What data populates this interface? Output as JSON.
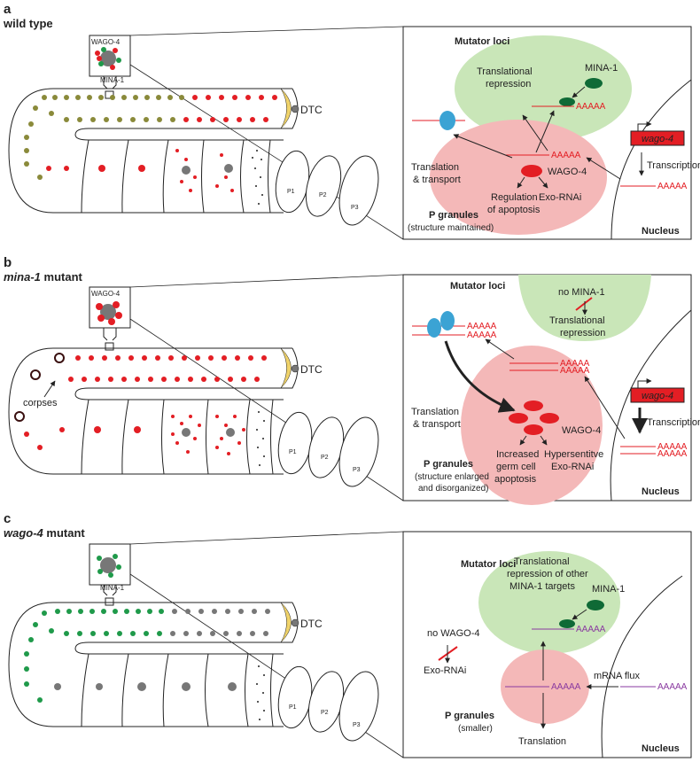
{
  "panels": [
    {
      "letter": "a",
      "title": "wild type",
      "inset_labels": [
        "WAGO-4",
        "MINA-1"
      ],
      "dtc": "DTC",
      "cell_labels": [
        "P1",
        "P2",
        "P3"
      ],
      "box": {
        "mutator_loci": "Mutator loci",
        "trans_rep": [
          "Translational",
          "repression"
        ],
        "mina1": "MINA-1",
        "aaaaa": "AAAAA",
        "gene": "wago-4",
        "transcription": "Transcription",
        "translation": [
          "Translation",
          "& transport"
        ],
        "wago4": "WAGO-4",
        "regulation": [
          "Regulation",
          "of apoptosis"
        ],
        "exo": "Exo-RNAi",
        "pgranules": "P granules",
        "pg_note": "(structure maintained)",
        "nucleus": "Nucleus"
      }
    },
    {
      "letter": "b",
      "title_italic": "mina-1",
      "title_rest": " mutant",
      "inset_labels": [
        "WAGO-4"
      ],
      "corpses": "corpses",
      "dtc": "DTC",
      "cell_labels": [
        "P1",
        "P2",
        "P3"
      ],
      "box": {
        "mutator_loci": "Mutator loci",
        "no_mina": "no MINA-1",
        "trans_rep": "Translational",
        "trans_rep2": "repression",
        "aaaaa": "AAAAA",
        "gene": "wago-4",
        "transcription": "Transcription",
        "translation": [
          "Translation",
          "& transport"
        ],
        "wago4": "WAGO-4",
        "increased": [
          "Increased",
          "germ cell",
          "apoptosis"
        ],
        "hyper": [
          "Hypersentitve",
          "Exo-RNAi"
        ],
        "pgranules": "P granules",
        "pg_note": [
          "(structure enlarged",
          "and disorganized)"
        ],
        "nucleus": "Nucleus"
      }
    },
    {
      "letter": "c",
      "title_italic": "wago-4",
      "title_rest": " mutant",
      "inset_labels": [
        "MINA-1"
      ],
      "dtc": "DTC",
      "cell_labels": [
        "P1",
        "P2",
        "P3"
      ],
      "box": {
        "mutator_loci": "Mutator loci",
        "trans_rep": [
          "Translational",
          "repression of other",
          "MINA-1 targets"
        ],
        "mina1": "MINA-1",
        "no_wago": "no WAGO-4",
        "exo": "Exo-RNAi",
        "aaaaa": "AAAAA",
        "mrna_flux": "mRNA flux",
        "pgranules": "P granules",
        "pg_note": "(smaller)",
        "translation": "Translation",
        "nucleus": "Nucleus"
      }
    }
  ],
  "colors": {
    "red": "#e31e24",
    "green_cell": "#1f9a4a",
    "dark_green": "#0f6a36",
    "olive": "#8a8a3a",
    "gray": "#7a7a7a",
    "pink": "#f4b8b8",
    "light_green": "#c9e6b8",
    "blue": "#3ba3d4",
    "purple": "#8a3aa0",
    "yellow": "#f0d36a"
  }
}
